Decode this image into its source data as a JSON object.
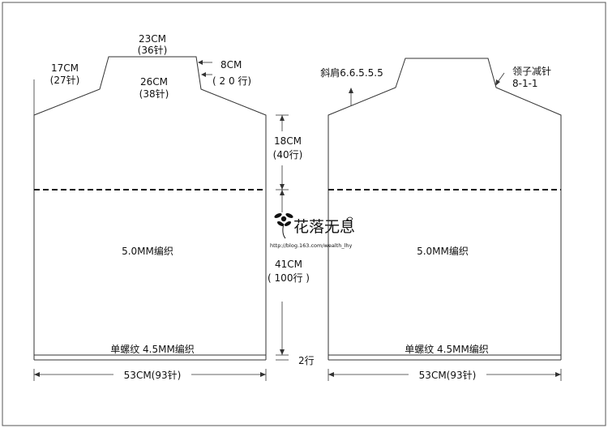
{
  "back_piece": {
    "neck_width_top": "23CM",
    "neck_width_top_stitches": "(36针)",
    "shoulder_height": "17CM",
    "shoulder_height_rows": "(27针)",
    "neck_height": "8CM",
    "neck_height_rows": "( 2 0 行)",
    "neck_width_base": "26CM",
    "neck_width_base_stitches": "(38针)",
    "upper_body_height": "18CM",
    "upper_body_height_rows": "(40行)",
    "lower_body_height": "41CM",
    "lower_body_height_rows": "( 100行 )",
    "body_knit_label": "5.0MM编织",
    "rib_label": "单螺纹 4.5MM编织",
    "rib_rows": "2行",
    "width_label": "53CM(93针)"
  },
  "front_piece": {
    "shoulder_slope_label": "斜肩6.6.5.5.5",
    "collar_decrease_label": "领子减针",
    "collar_decrease_values": "8-1-1",
    "body_knit_label": "5.0MM编织",
    "rib_label": "单螺纹 4.5MM编织",
    "width_label": "53CM(93针)"
  },
  "watermark": {
    "title": "花落无息",
    "url": "http://blog.163.com/wealth_lhy"
  }
}
